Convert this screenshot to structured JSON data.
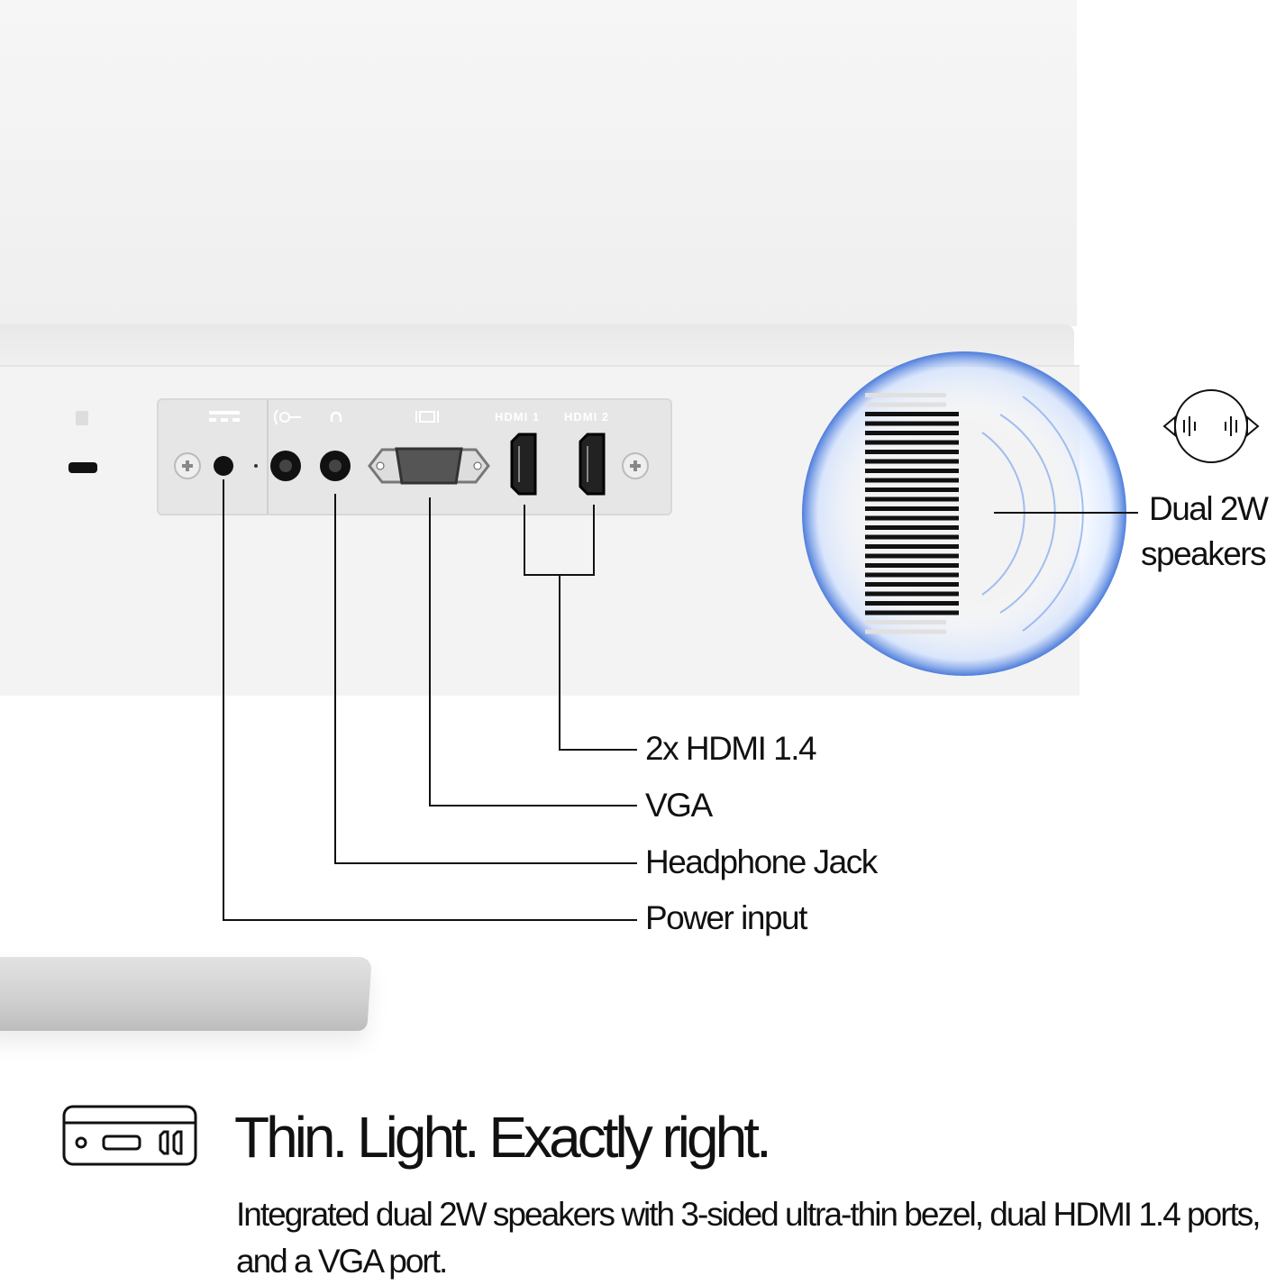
{
  "ports_panel": {
    "hdmi1_label": "HDMI 1",
    "hdmi2_label": "HDMI 2"
  },
  "callouts": {
    "hdmi": "2x HDMI 1.4",
    "vga": "VGA",
    "headphone": "Headphone Jack",
    "power": "Power input",
    "speakers_line1": "Dual 2W",
    "speakers_line2": "speakers"
  },
  "footer": {
    "headline": "Thin. Light. Exactly right.",
    "description": "Integrated dual 2W speakers with 3-sided ultra-thin bezel, dual HDMI 1.4 ports, and a VGA port."
  },
  "colors": {
    "accent_sound_wave": "#3a6fd8",
    "text": "#111111"
  }
}
